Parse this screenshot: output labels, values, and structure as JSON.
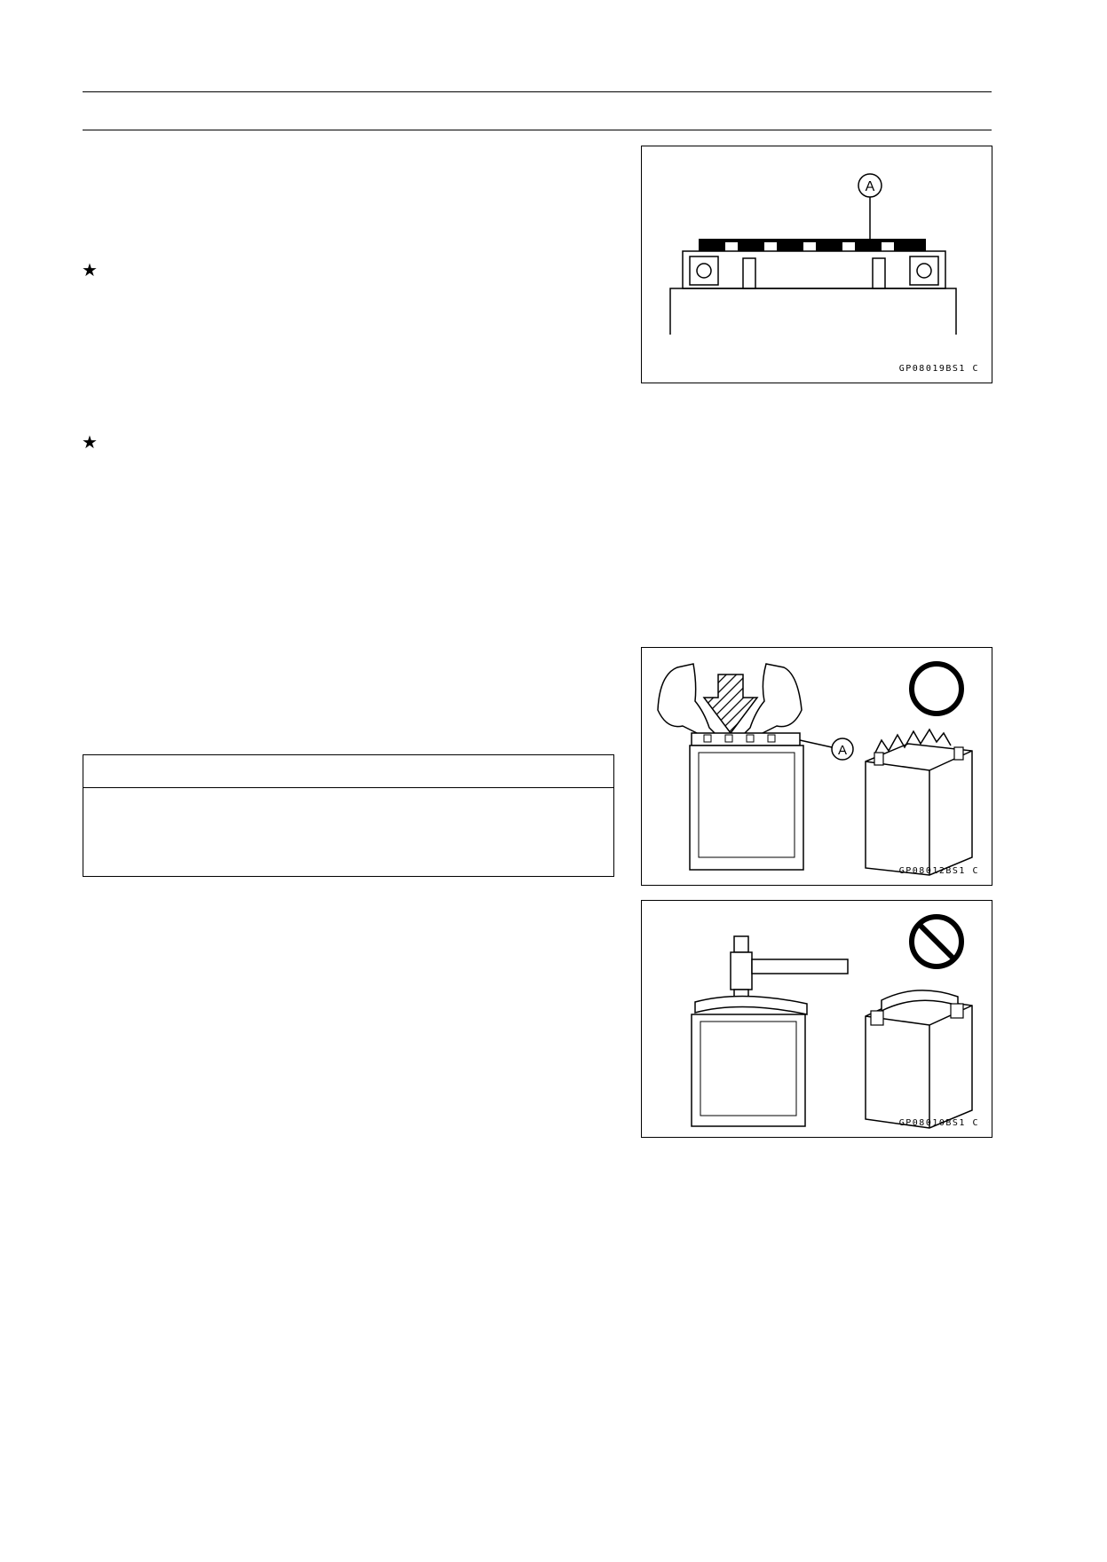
{
  "page": {
    "bullet_symbol": "★"
  },
  "figures": {
    "fig1": {
      "code": "GP08019BS1  C",
      "callout": "A"
    },
    "fig2": {
      "code": "GP08012BS1  C",
      "callout": "A"
    },
    "fig3": {
      "code": "GP08010BS1  C"
    }
  },
  "icons": {
    "correct": "correct-circle-icon",
    "prohibited": "prohibited-icon"
  }
}
